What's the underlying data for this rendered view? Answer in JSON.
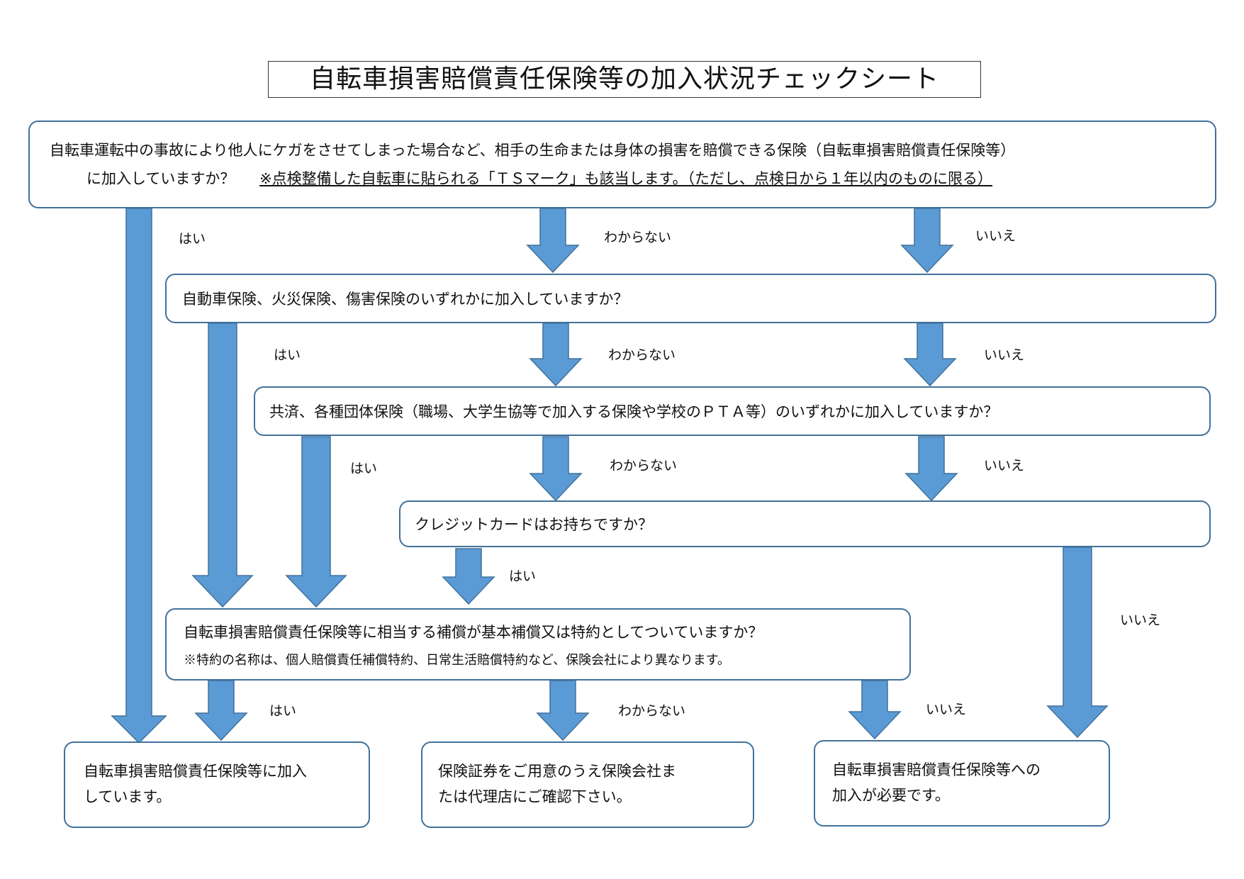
{
  "title": "自転車損害賠償責任保険等の加入状況チェックシート",
  "q1": {
    "line1": "自転車運転中の事故により他人にケガをさせてしまった場合など、相手の生命または身体の損害を賠償できる保険（自転車損害賠償責任保険等）",
    "line2a": "に加入していますか？",
    "line2b": "※点検整備した自転車に貼られる「ＴＳマーク」も該当します。（ただし、点検日から１年以内のものに限る）"
  },
  "q2": {
    "text": "自動車保険、火災保険、傷害保険のいずれかに加入していますか？"
  },
  "q3": {
    "text": "共済、各種団体保険（職場、大学生協等で加入する保険や学校のＰＴＡ等）のいずれかに加入していますか？"
  },
  "q4": {
    "text": "クレジットカードはお持ちですか？"
  },
  "q5": {
    "line1": "自転車損害賠償責任保険等に相当する補償が基本補償又は特約としてついていますか？",
    "note": "※特約の名称は、個人賠償責任補償特約、日常生活賠償特約など、保険会社により異なります。"
  },
  "results": {
    "enrolled": {
      "line1": "自転車損害賠償責任保険等に加入",
      "line2": "しています。"
    },
    "confirm": {
      "line1": "保険証券をご用意のうえ保険会社ま",
      "line2": "たは代理店にご確認下さい。"
    },
    "required": {
      "line1": "自転車損害賠償責任保険等への",
      "line2": "加入が必要です。"
    }
  },
  "labels": {
    "yes": "はい",
    "unknown": "わからない",
    "no": "いいえ"
  },
  "colors": {
    "arrow_fill": "#5b9bd5",
    "box_border": "#41719c"
  }
}
